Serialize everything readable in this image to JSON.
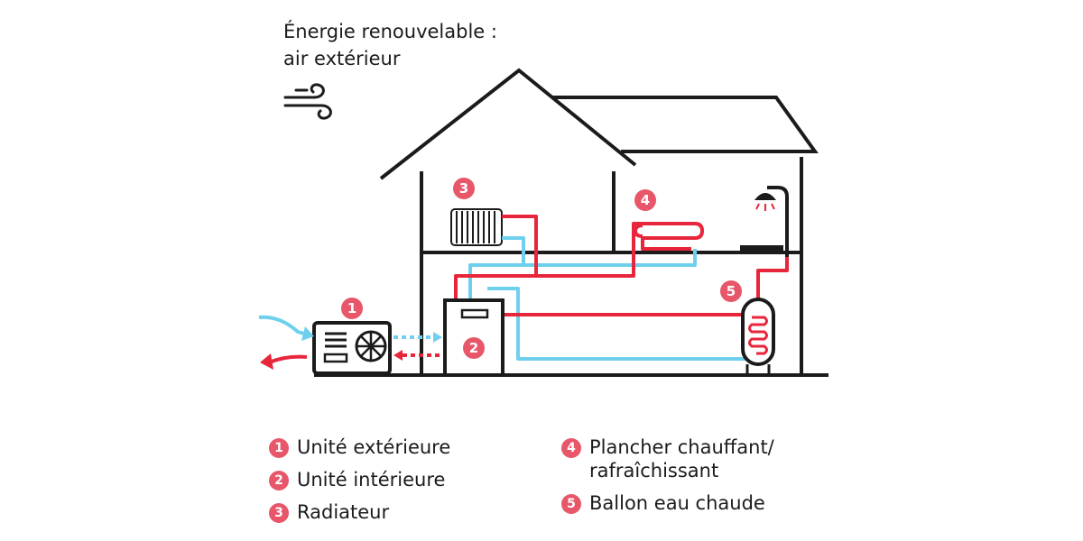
{
  "caption": {
    "line1": "Énergie renouvelable :",
    "line2": "air extérieur"
  },
  "icons": {
    "wind": "wind-icon",
    "shower": "shower-icon",
    "radiator": "radiator-icon"
  },
  "colors": {
    "hot": "#e8263b",
    "cold": "#6fd0ee",
    "outline": "#1b1b1b",
    "badge": "#e8566a"
  },
  "markers": {
    "m1": "1",
    "m2": "2",
    "m3": "3",
    "m4": "4",
    "m5": "5"
  },
  "legend": {
    "left": [
      {
        "num": "1",
        "label": "Unité extérieure"
      },
      {
        "num": "2",
        "label": "Unité intérieure"
      },
      {
        "num": "3",
        "label": "Radiateur"
      }
    ],
    "right": [
      {
        "num": "4",
        "line1": "Plancher chauffant/",
        "line2": "rafraîchissant"
      },
      {
        "num": "5",
        "line1": "Ballon eau chaude",
        "line2": ""
      }
    ]
  }
}
